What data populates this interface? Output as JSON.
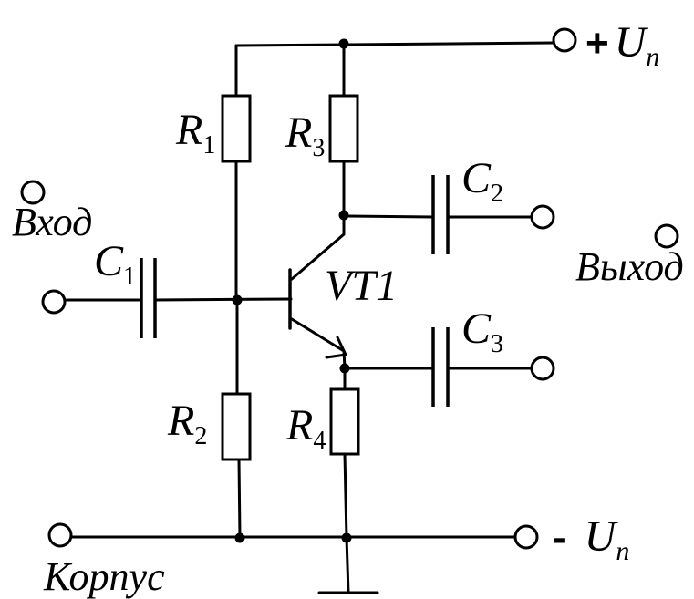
{
  "labels": {
    "r1": {
      "main": "R",
      "sub": "1"
    },
    "r2": {
      "main": "R",
      "sub": "2"
    },
    "r3": {
      "main": "R",
      "sub": "3"
    },
    "r4": {
      "main": "R",
      "sub": "4"
    },
    "c1": {
      "main": "C",
      "sub": "1"
    },
    "c2": {
      "main": "C",
      "sub": "2"
    },
    "c3": {
      "main": "C",
      "sub": "3"
    },
    "vt1": "VT1",
    "input": "Вход",
    "output": "Выход",
    "ground": "Корпус",
    "supply_pos": {
      "sign": "+",
      "main": "U",
      "sub": "п"
    },
    "supply_neg": {
      "sign": "-",
      "main": "U",
      "sub": "п"
    }
  }
}
